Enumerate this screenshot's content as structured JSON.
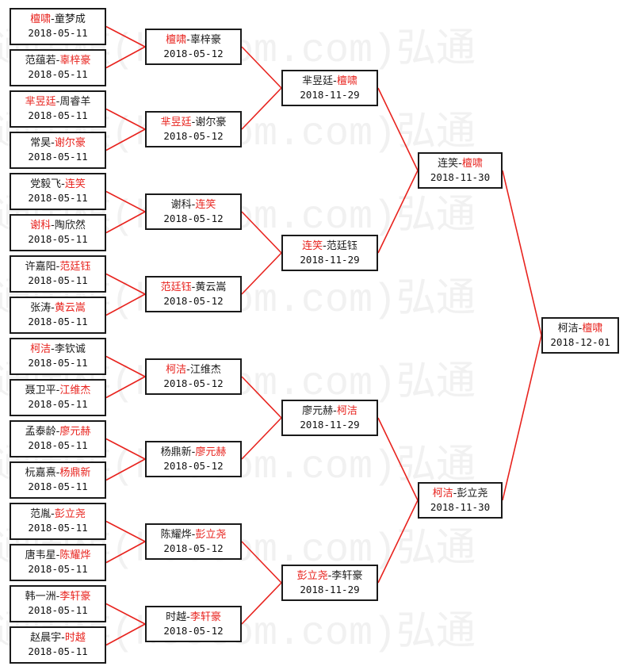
{
  "watermark": {
    "text": "弘通围棋(hoetom.com)弘通"
  },
  "colors": {
    "winner": "#e8231e",
    "loser": "#1a1a1a",
    "connector": "#e8231e",
    "border": "#1a1a1a"
  },
  "bracket": {
    "round1": [
      {
        "winner": "檀啸",
        "loser": "童梦成",
        "winner_first": true,
        "date": "2018-05-11"
      },
      {
        "winner": "辜梓豪",
        "loser": "范蕴若",
        "winner_first": false,
        "date": "2018-05-11"
      },
      {
        "winner": "芈昱廷",
        "loser": "周睿羊",
        "winner_first": true,
        "date": "2018-05-11"
      },
      {
        "winner": "谢尔豪",
        "loser": "常昊",
        "winner_first": false,
        "date": "2018-05-11"
      },
      {
        "winner": "连笑",
        "loser": "党毅飞",
        "winner_first": false,
        "date": "2018-05-11"
      },
      {
        "winner": "谢科",
        "loser": "陶欣然",
        "winner_first": true,
        "date": "2018-05-11"
      },
      {
        "winner": "范廷钰",
        "loser": "许嘉阳",
        "winner_first": false,
        "date": "2018-05-11"
      },
      {
        "winner": "黄云嵩",
        "loser": "张涛",
        "winner_first": false,
        "date": "2018-05-11"
      },
      {
        "winner": "柯洁",
        "loser": "李钦诚",
        "winner_first": true,
        "date": "2018-05-11"
      },
      {
        "winner": "江维杰",
        "loser": "聂卫平",
        "winner_first": false,
        "date": "2018-05-11"
      },
      {
        "winner": "廖元赫",
        "loser": "孟泰龄",
        "winner_first": false,
        "date": "2018-05-11"
      },
      {
        "winner": "杨鼎新",
        "loser": "杬嘉熹",
        "winner_first": false,
        "date": "2018-05-11"
      },
      {
        "winner": "彭立尧",
        "loser": "范胤",
        "winner_first": false,
        "date": "2018-05-11"
      },
      {
        "winner": "陈耀烨",
        "loser": "唐韦星",
        "winner_first": false,
        "date": "2018-05-11"
      },
      {
        "winner": "李轩豪",
        "loser": "韩一洲",
        "winner_first": false,
        "date": "2018-05-11"
      },
      {
        "winner": "时越",
        "loser": "赵晨宇",
        "winner_first": false,
        "date": "2018-05-11"
      }
    ],
    "round2": [
      {
        "winner": "檀啸",
        "loser": "辜梓豪",
        "winner_first": true,
        "date": "2018-05-12"
      },
      {
        "winner": "芈昱廷",
        "loser": "谢尔豪",
        "winner_first": true,
        "date": "2018-05-12"
      },
      {
        "winner": "连笑",
        "loser": "谢科",
        "winner_first": false,
        "date": "2018-05-12"
      },
      {
        "winner": "范廷钰",
        "loser": "黄云嵩",
        "winner_first": true,
        "date": "2018-05-12"
      },
      {
        "winner": "柯洁",
        "loser": "江维杰",
        "winner_first": true,
        "date": "2018-05-12"
      },
      {
        "winner": "廖元赫",
        "loser": "杨鼎新",
        "winner_first": false,
        "date": "2018-05-12"
      },
      {
        "winner": "彭立尧",
        "loser": "陈耀烨",
        "winner_first": false,
        "date": "2018-05-12"
      },
      {
        "winner": "李轩豪",
        "loser": "时越",
        "winner_first": false,
        "date": "2018-05-12"
      }
    ],
    "round3": [
      {
        "winner": "檀啸",
        "loser": "芈昱廷",
        "winner_first": false,
        "date": "2018-11-29"
      },
      {
        "winner": "连笑",
        "loser": "范廷钰",
        "winner_first": true,
        "date": "2018-11-29"
      },
      {
        "winner": "柯洁",
        "loser": "廖元赫",
        "winner_first": false,
        "date": "2018-11-29"
      },
      {
        "winner": "彭立尧",
        "loser": "李轩豪",
        "winner_first": true,
        "date": "2018-11-29"
      }
    ],
    "round4": [
      {
        "winner": "檀啸",
        "loser": "连笑",
        "winner_first": false,
        "date": "2018-11-30"
      },
      {
        "winner": "柯洁",
        "loser": "彭立尧",
        "winner_first": true,
        "date": "2018-11-30"
      }
    ],
    "final": [
      {
        "winner": "檀啸",
        "loser": "柯洁",
        "winner_first": false,
        "date": "2018-12-01"
      }
    ]
  }
}
